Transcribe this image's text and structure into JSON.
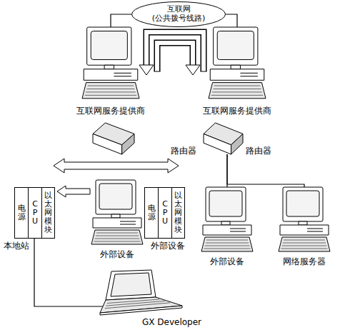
{
  "diagram": {
    "nodes": [
      {
        "text": [
          "互联网 (公共拨号线路)"
        ]
      },
      {
        "text": [
          "互联网服务提供商"
        ]
      },
      {
        "text": [
          "互联网服务提供商"
        ]
      },
      {
        "text": [
          "路由器"
        ]
      },
      {
        "text": [
          "路由器"
        ]
      },
      {
        "text": [
          "本地站"
        ]
      },
      {
        "text": [
          "电源"
        ],
        "in": 5
      },
      {
        "text": [
          "CPU"
        ],
        "in": 5
      },
      {
        "text": [
          "以太网模块"
        ],
        "in": 5
      },
      {
        "text": [
          "外部设备"
        ]
      },
      {
        "text": [
          "外部设备"
        ]
      },
      {
        "text": [
          "电源"
        ],
        "in": 10
      },
      {
        "text": [
          "CPU"
        ],
        "in": 10
      },
      {
        "text": [
          "以太网模块"
        ],
        "in": 10
      },
      {
        "text": [
          "外部设备"
        ]
      },
      {
        "text": [
          "网络服务器"
        ]
      },
      {
        "text": [
          "GX Developer"
        ]
      }
    ],
    "edges": [
      {
        "from": 0,
        "to": 1,
        "arrow": "none"
      },
      {
        "from": 0,
        "to": 2,
        "arrow": "none"
      },
      {
        "from": 4,
        "to": 14,
        "arrow": "none"
      },
      {
        "from": 4,
        "to": 15,
        "arrow": "none"
      },
      {
        "from": 5,
        "to": 16,
        "arrow": "none"
      }
    ]
  }
}
